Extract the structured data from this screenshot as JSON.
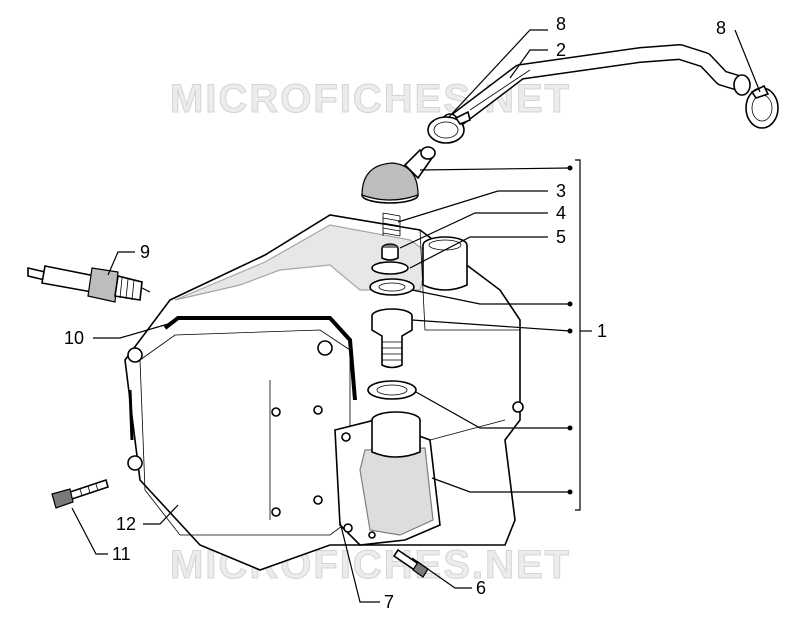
{
  "watermark": "MICROFICHES.NET",
  "callouts": {
    "c1": "1",
    "c2": "2",
    "c3": "3",
    "c4": "4",
    "c5": "5",
    "c6": "6",
    "c7": "7",
    "c8a": "8",
    "c8b": "8",
    "c9": "9",
    "c10": "10",
    "c11": "11",
    "c12": "12"
  }
}
